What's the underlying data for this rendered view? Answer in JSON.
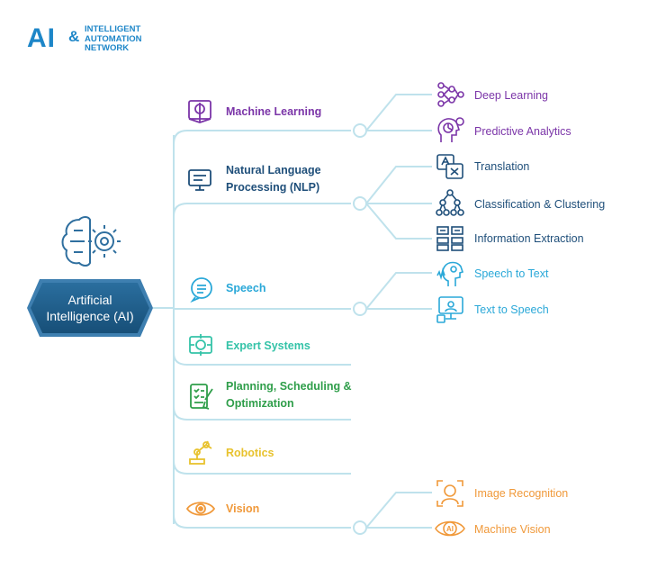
{
  "logo": {
    "mark": "AI",
    "amp": "&",
    "lines": [
      "INTELLIGENT",
      "AUTOMATION",
      "NETWORK"
    ]
  },
  "root": {
    "label": "Artificial Intelligence (AI)",
    "icon": "brain-gear-icon"
  },
  "colors": {
    "connector": "#bfe2ec",
    "machine_learning": "#7b35a8",
    "nlp": "#1f4f7a",
    "speech": "#2aa8d8",
    "expert_systems": "#34c3a8",
    "planning": "#2f9e4a",
    "robotics": "#e8c22d",
    "vision": "#f0993a"
  },
  "branches": [
    {
      "key": "machine_learning",
      "label": "Machine Learning",
      "icon": "book-brain-icon",
      "leaves": [
        {
          "label": "Deep Learning",
          "icon": "neural-network-icon"
        },
        {
          "label": "Predictive Analytics",
          "icon": "head-chart-icon"
        }
      ]
    },
    {
      "key": "nlp",
      "label": "Natural Language Processing (NLP)",
      "icon": "computer-text-icon",
      "leaves": [
        {
          "label": "Translation",
          "icon": "translate-icon"
        },
        {
          "label": "Classification & Clustering",
          "icon": "tree-cluster-icon"
        },
        {
          "label": "Information Extraction",
          "icon": "table-extract-icon"
        }
      ]
    },
    {
      "key": "speech",
      "label": "Speech",
      "icon": "speech-bubble-icon",
      "leaves": [
        {
          "label": "Speech to Text",
          "icon": "head-speaking-icon"
        },
        {
          "label": "Text to Speech",
          "icon": "screen-speaker-icon"
        }
      ]
    },
    {
      "key": "expert_systems",
      "label": "Expert Systems",
      "icon": "expert-gear-icon",
      "leaves": []
    },
    {
      "key": "planning",
      "label": "Planning, Scheduling & Optimization",
      "icon": "checklist-pen-icon",
      "leaves": []
    },
    {
      "key": "robotics",
      "label": "Robotics",
      "icon": "robot-arm-icon",
      "leaves": []
    },
    {
      "key": "vision",
      "label": "Vision",
      "icon": "eye-icon",
      "leaves": [
        {
          "label": "Image Recognition",
          "icon": "face-scan-icon"
        },
        {
          "label": "Machine Vision",
          "icon": "ai-eye-icon"
        }
      ]
    }
  ]
}
